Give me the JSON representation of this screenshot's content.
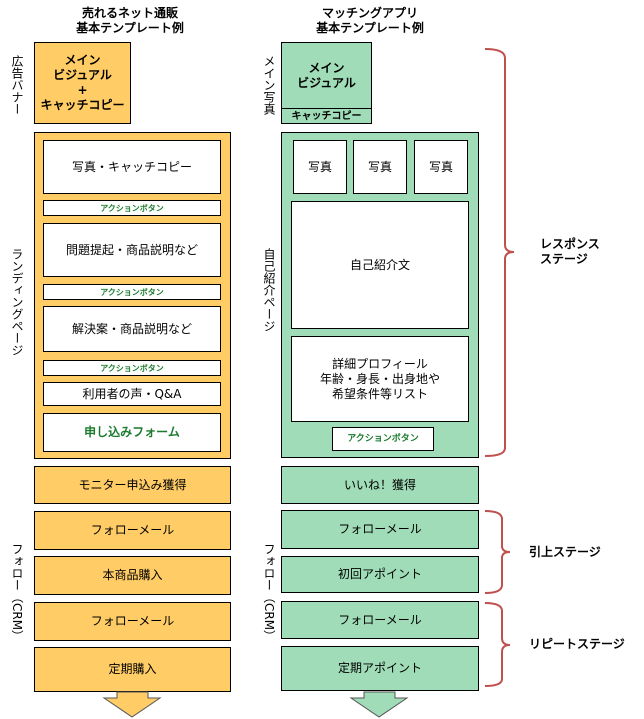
{
  "left": {
    "title": "売れるネット通販\n基本テンプレート例",
    "side_labels": {
      "banner": "広告バナー",
      "landing": "ランディングページ",
      "follow": "フォロー（CRM）"
    },
    "banner_box": "メイン\nビジュアル\n+\nキャッチコピー",
    "landing_items": [
      "写真・キャッチコピー",
      "アクションボタン",
      "問題提起・商品説明など",
      "アクションボタン",
      "解決案・商品説明など",
      "アクションボタン",
      "利用者の声・Q&A",
      "申し込みフォーム"
    ],
    "acquire": "モニター申込み獲得",
    "follow_items": [
      "フォローメール",
      "本商品購入",
      "フォローメール",
      "定期購入"
    ]
  },
  "right": {
    "title": "マッチングアプリ\n基本テンプレート例",
    "side_labels": {
      "main_photo": "メイン写真",
      "profile": "自己紹介ページ",
      "follow": "フォロー（CRM）"
    },
    "main_visual": "メイン\nビジュアル",
    "catch_copy": "キャッチコピー",
    "photos": [
      "写真",
      "写真",
      "写真"
    ],
    "self_intro": "自己紹介文",
    "profile_detail": "詳細プロフィール\n年齢・身長・出身地や\n希望条件等リスト",
    "action_button": "アクションボタン",
    "acquire": "いいね！獲得",
    "follow_items": [
      "フォローメール",
      "初回アポイント",
      "フォローメール",
      "定期アポイント"
    ]
  },
  "stages": {
    "response": "レスポンス\nステージ",
    "pullup": "引上ステージ",
    "repeat": "リピートステージ"
  },
  "colors": {
    "orange": "#ffcc66",
    "green": "#9fdcb7",
    "bracket": "#c0504d",
    "action_text": "#1a7a2e"
  }
}
